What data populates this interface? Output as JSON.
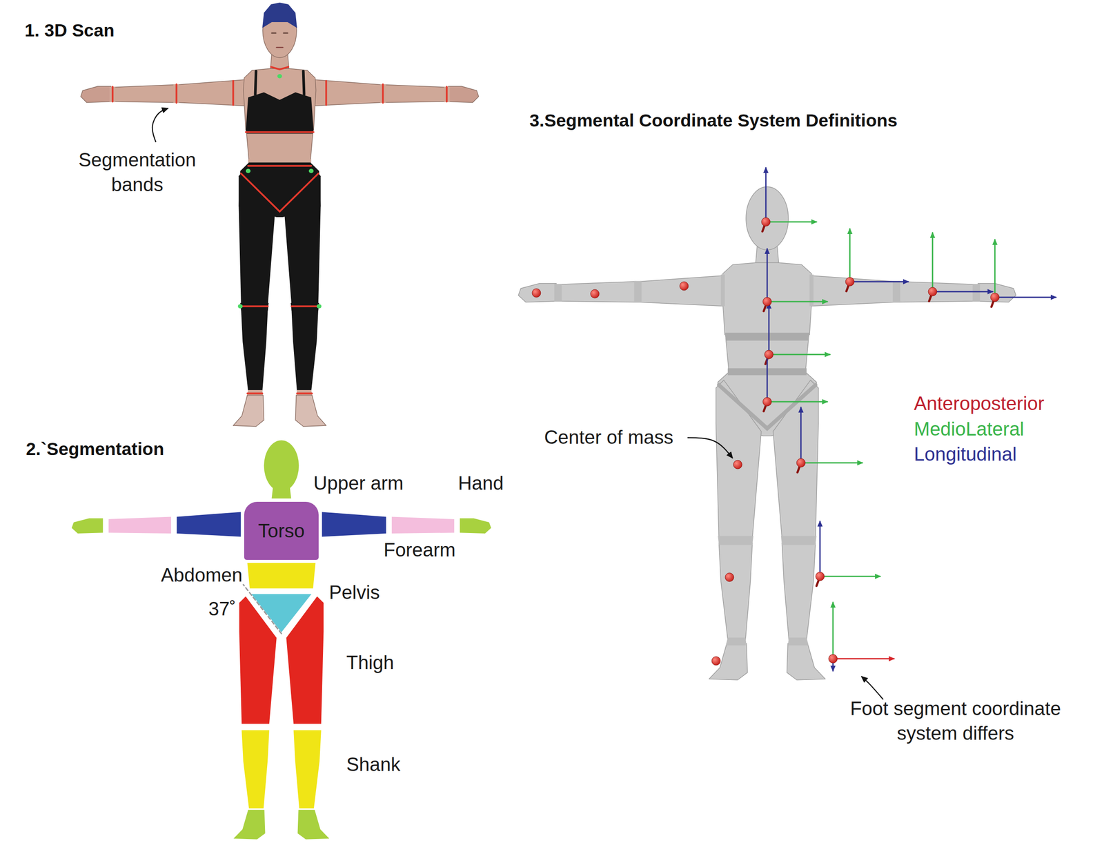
{
  "diagram": {
    "nodes": [
      {
        "text": [
          "Torso"
        ]
      }
    ],
    "labels": [
      "1. 3D Scan",
      "Segmentation bands",
      "2.`Segmentation",
      "Upper arm",
      "Hand",
      "Forearm",
      "Abdomen",
      "Pelvis",
      "37˚",
      "Thigh",
      "Shank",
      "3.Segmental Coordinate System Definitions",
      "Center of mass",
      "Foot segment coordinate system differs"
    ],
    "legend": [
      {
        "text": "Anteroposterior",
        "color": "#be1e2d"
      },
      {
        "text": "MedioLateral",
        "color": "#39b54a"
      },
      {
        "text": "Longitudinal",
        "color": "#2e3192"
      }
    ]
  }
}
